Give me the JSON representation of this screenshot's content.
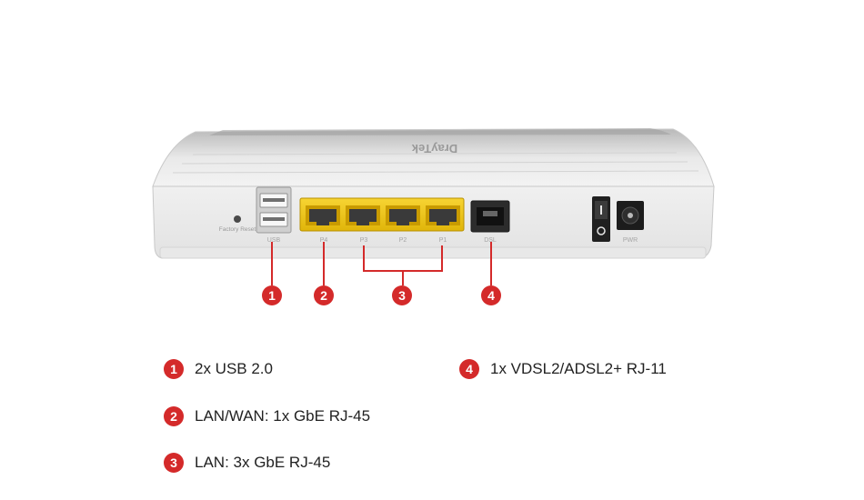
{
  "device": {
    "brand_logo": "DrayTek",
    "labels": {
      "factory_reset": "Factory Reset",
      "usb": "USB",
      "p4": "P4",
      "p3": "P3",
      "p2": "P2",
      "p1": "P1",
      "dsl": "DSL",
      "pwr": "PWR"
    }
  },
  "callouts": [
    "1",
    "2",
    "3",
    "4"
  ],
  "legend": [
    {
      "num": "1",
      "text": "2x USB 2.0"
    },
    {
      "num": "2",
      "text": "LAN/WAN: 1x GbE RJ-45"
    },
    {
      "num": "3",
      "text": "LAN: 3x GbE RJ-45"
    },
    {
      "num": "4",
      "text": "1x VDSL2/ADSL2+ RJ-11"
    }
  ],
  "colors": {
    "accent": "#d42a2a",
    "lan_port": "#f2c511",
    "body": "#e6e6e6"
  }
}
